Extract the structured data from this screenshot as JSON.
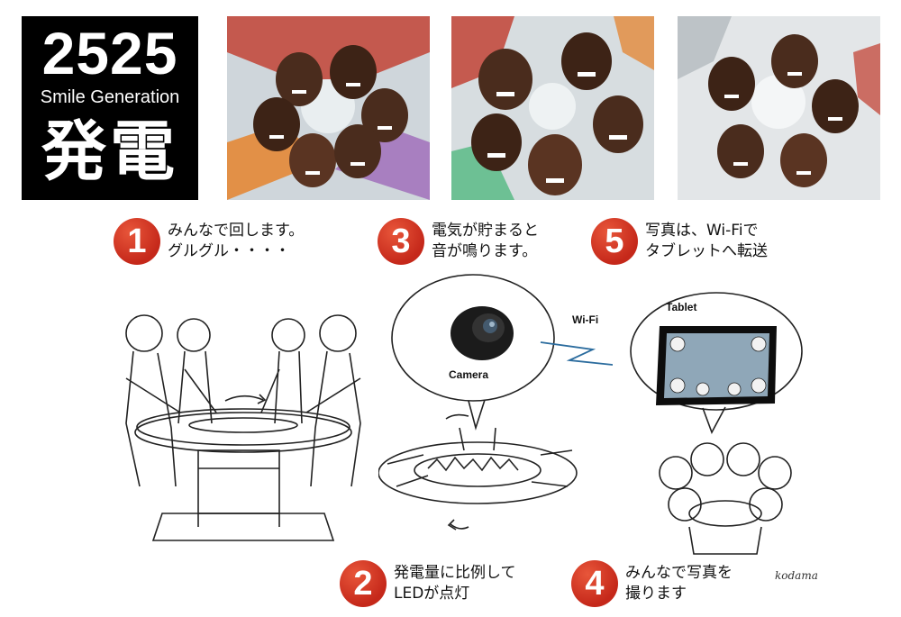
{
  "logo": {
    "number": "2525",
    "subtitle": "Smile Generation",
    "kanji": "発電"
  },
  "photos": [
    {
      "subject": "children-circle-photo"
    },
    {
      "subject": "children-circle-photo"
    },
    {
      "subject": "children-circle-photo"
    }
  ],
  "steps": [
    {
      "num": "1",
      "text": "みんなで回します。\nグルグル・・・・"
    },
    {
      "num": "3",
      "text": "電気が貯まると\n音が鳴ります。"
    },
    {
      "num": "5",
      "text": "写真は、Wi-Fiで\nタブレットへ転送"
    },
    {
      "num": "2",
      "text": "発電量に比例して\nLEDが点灯"
    },
    {
      "num": "4",
      "text": "みんなで写真を\n撮ります"
    }
  ],
  "illustration": {
    "wifi_label": "Wi-Fi",
    "camera_label": "Camera",
    "tablet_label": "Tablet"
  },
  "credit": "kodama"
}
